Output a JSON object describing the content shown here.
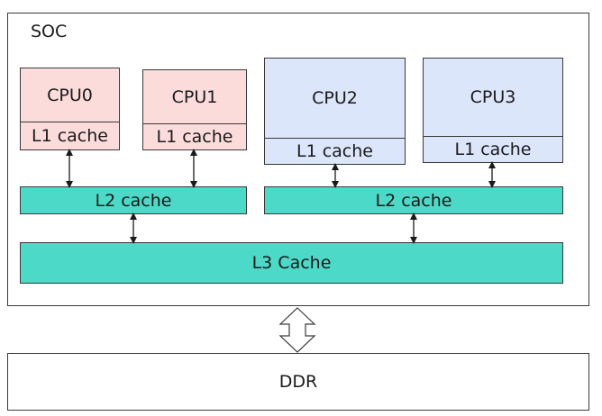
{
  "soc": {
    "label": "SOC"
  },
  "cpus": [
    {
      "name": "CPU0",
      "l1": "L1 cache"
    },
    {
      "name": "CPU1",
      "l1": "L1 cache"
    },
    {
      "name": "CPU2",
      "l1": "L1 cache"
    },
    {
      "name": "CPU3",
      "l1": "L1 cache"
    }
  ],
  "l2": [
    {
      "label": "L2 cache"
    },
    {
      "label": "L2 cache"
    }
  ],
  "l3": {
    "label": "L3 Cache"
  },
  "ddr": {
    "label": "DDR"
  },
  "colors": {
    "cpu_pink": "#fcdcdb",
    "cpu_blue": "#dbe6fb",
    "cache_teal": "#4dd9c7"
  }
}
